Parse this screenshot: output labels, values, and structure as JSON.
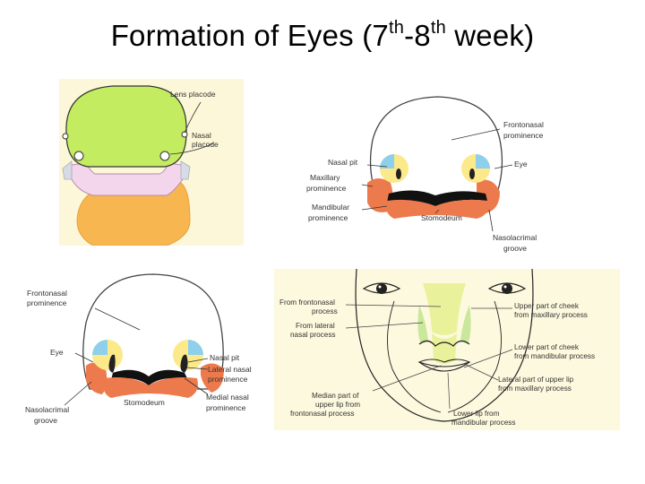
{
  "title": {
    "prefix": "Formation of Eyes (7",
    "sup1": "th",
    "mid": "-8",
    "sup2": "th",
    "suffix": " week)"
  },
  "panel_a": {
    "lens_placode": "Lens placode",
    "nasal_placode_1": "Nasal",
    "nasal_placode_2": "placode"
  },
  "panel_b": {
    "frontonasal_1": "Frontonasal",
    "frontonasal_2": "prominence",
    "nasal_pit": "Nasal pit",
    "eye": "Eye",
    "maxillary_1": "Maxillary",
    "maxillary_2": "prominence",
    "mandibular_1": "Mandibular",
    "mandibular_2": "prominence",
    "stomodeum": "Stomodeum",
    "nasolacrimal_1": "Nasolacrimal",
    "nasolacrimal_2": "groove"
  },
  "panel_c": {
    "frontonasal_1": "Frontonasal",
    "frontonasal_2": "prominence",
    "eye": "Eye",
    "nasal_pit": "Nasal pit",
    "lateral_nasal_1": "Lateral nasal",
    "lateral_nasal_2": "prominence",
    "medial_nasal_1": "Medial nasal",
    "medial_nasal_2": "prominence",
    "stomodeum": "Stomodeum",
    "nasolacrimal_1": "Nasolacrimal",
    "nasolacrimal_2": "groove"
  },
  "panel_d": {
    "from_frontonasal_1": "From frontonasal",
    "from_frontonasal_2": "process",
    "from_lateral_1": "From lateral",
    "from_lateral_2": "nasal process",
    "median_lip_1": "Median part of",
    "median_lip_2": "upper lip from",
    "median_lip_3": "frontonasal process",
    "upper_cheek_1": "Upper part of cheek",
    "upper_cheek_2": "from maxillary process",
    "lower_cheek_1": "Lower part of cheek",
    "lower_cheek_2": "from mandibular process",
    "lateral_lip_1": "Lateral part of upper lip",
    "lateral_lip_2": "from maxillary process",
    "lower_lip_1": "Lower lip from",
    "lower_lip_2": "mandibular process"
  }
}
